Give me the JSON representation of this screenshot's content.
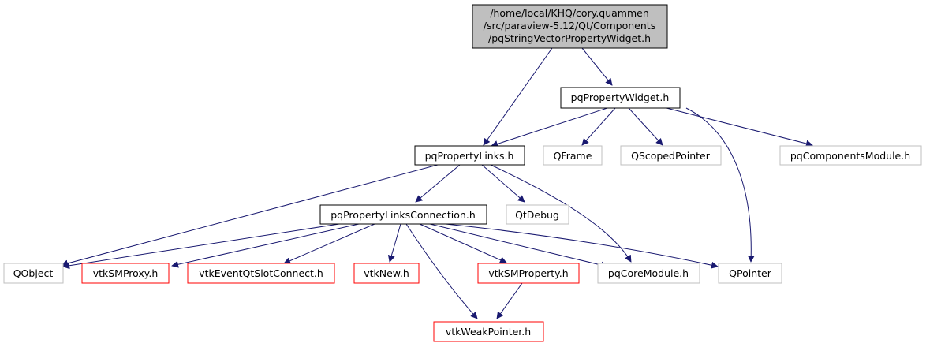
{
  "graph": {
    "root": {
      "lines": [
        "/home/local/KHQ/cory.quammen",
        "/src/paraview-5.12/Qt/Components",
        "/pqStringVectorPropertyWidget.h"
      ]
    },
    "nodes": {
      "pqPropertyWidget": "pqPropertyWidget.h",
      "pqPropertyLinks": "pqPropertyLinks.h",
      "QFrame": "QFrame",
      "QScopedPointer": "QScopedPointer",
      "pqComponentsModule": "pqComponentsModule.h",
      "pqPropertyLinksConnection": "pqPropertyLinksConnection.h",
      "QtDebug": "QtDebug",
      "QObject": "QObject",
      "vtkSMProxy": "vtkSMProxy.h",
      "vtkEventQtSlotConnect": "vtkEventQtSlotConnect.h",
      "vtkNew": "vtkNew.h",
      "vtkSMProperty": "vtkSMProperty.h",
      "pqCoreModule": "pqCoreModule.h",
      "QPointer": "QPointer",
      "vtkWeakPointer": "vtkWeakPointer.h"
    },
    "colors": {
      "edge": "#191970",
      "root_fill": "#bfbfbf",
      "root_border": "#000000",
      "documented_border": "#000000",
      "external_border": "#bfbfbf",
      "truncated_border": "#ff0000",
      "text": "#000000"
    }
  }
}
